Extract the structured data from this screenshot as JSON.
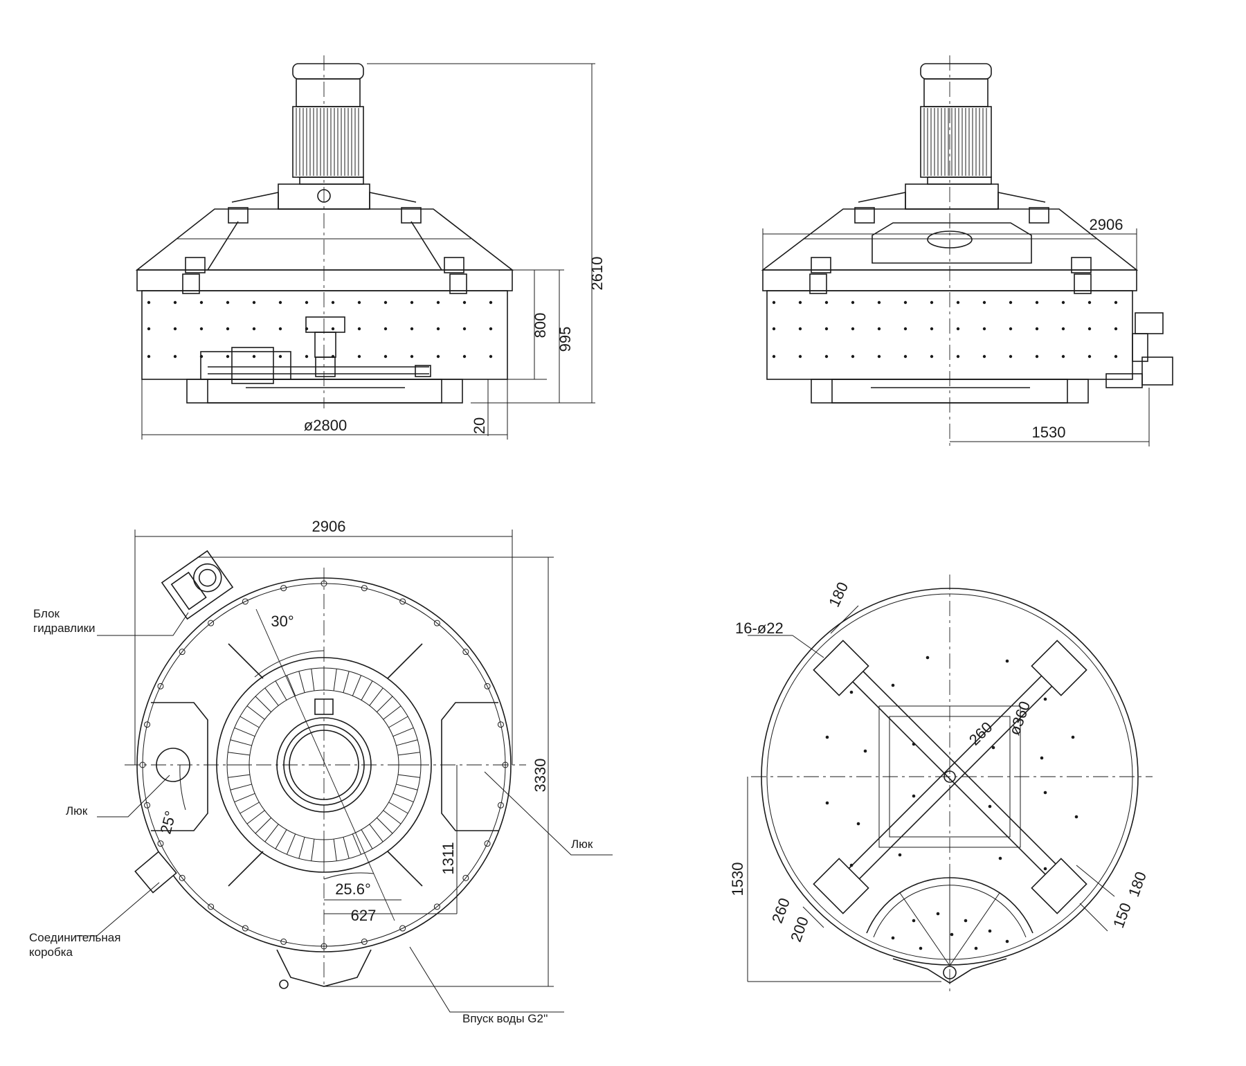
{
  "dimensions": {
    "front_height_total": "2610",
    "front_body_height": "995",
    "front_wall_height": "800",
    "front_diameter": "ø2800",
    "front_clearance": "20",
    "side_width": "2906",
    "side_offset": "1530",
    "top_width": "2906",
    "top_depth": "3330",
    "top_angle_main": "30°",
    "top_angle_hatch": "25°",
    "top_angle_outlet": "25.6°",
    "top_offset_627": "627",
    "top_offset_1311": "1311",
    "base_bolts": "16-ø22",
    "base_180_top": "180",
    "base_180_right": "180",
    "base_260_center": "260",
    "base_360": "ø360",
    "base_260_left": "260",
    "base_200": "200",
    "base_150": "150",
    "base_1530": "1530"
  },
  "callouts": {
    "hydraulic_block_line1": "Блок",
    "hydraulic_block_line2": "гидравлики",
    "hatch_left": "Люк",
    "hatch_right": "Люк",
    "junction_box_line1": "Соединительная",
    "junction_box_line2": "коробка",
    "water_inlet": "Впуск воды G2''"
  }
}
